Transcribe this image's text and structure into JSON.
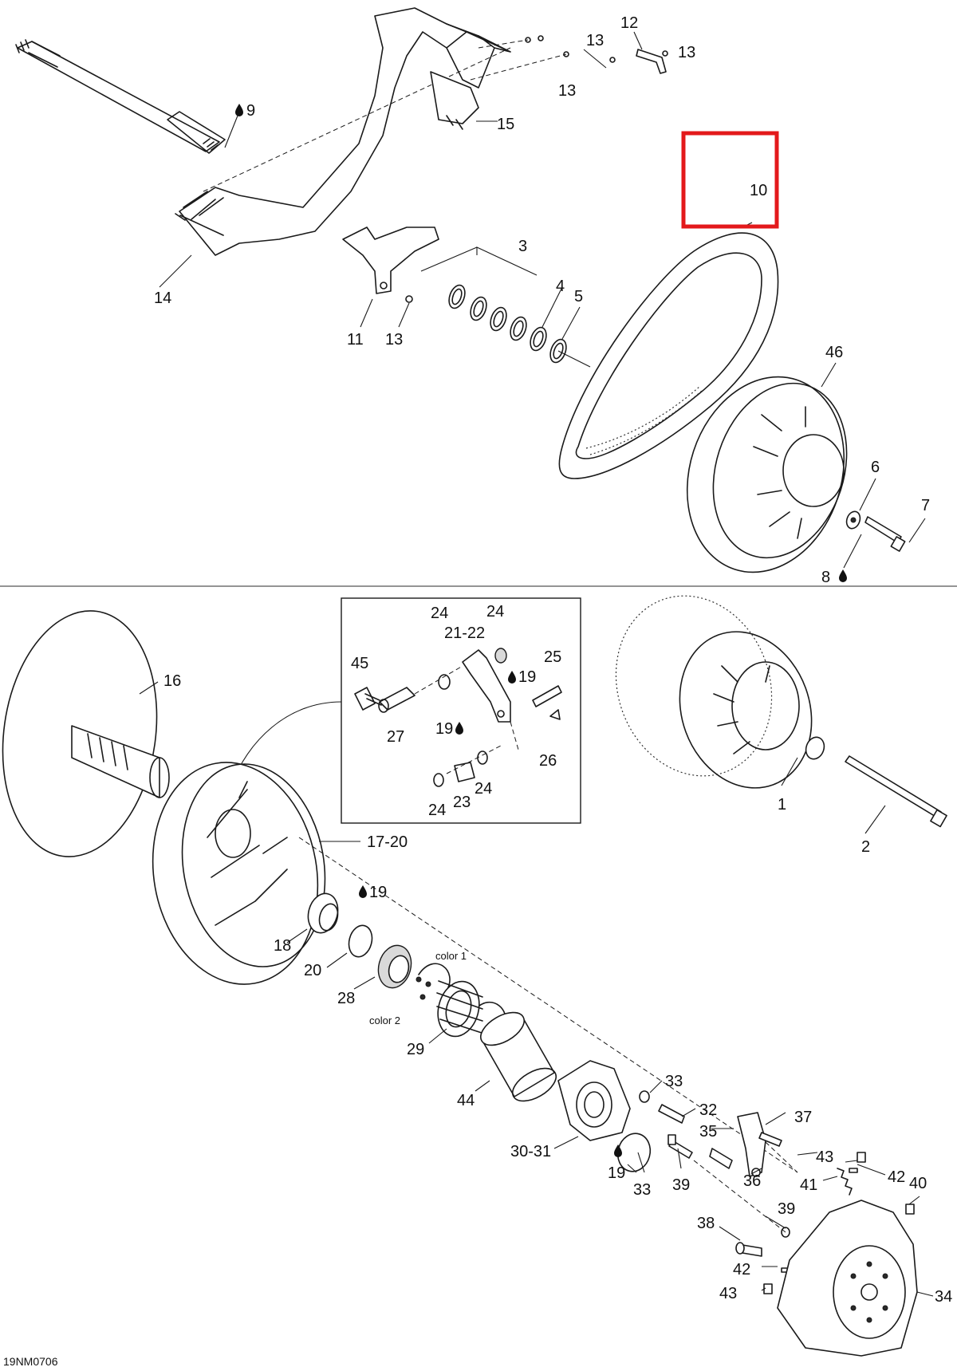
{
  "drawing_code": "19NM0706",
  "labels": {
    "p1": "1",
    "p2": "2",
    "p3": "3",
    "p4": "4",
    "p5": "5",
    "p6": "6",
    "p7": "7",
    "p8": "8",
    "p9": "9",
    "p10": "10",
    "p11": "11",
    "p12": "12",
    "p13a": "13",
    "p13b": "13",
    "p13c": "13",
    "p13d": "13",
    "p14": "14",
    "p15": "15",
    "p16": "16",
    "p17_20": "17-20",
    "p18": "18",
    "p19a": "19",
    "p19b": "19",
    "p19c": "19",
    "p19d": "19",
    "p20": "20",
    "p21_22": "21-22",
    "p23": "23",
    "p24a": "24",
    "p24b": "24",
    "p24c": "24",
    "p24d": "24",
    "p25": "25",
    "p26": "26",
    "p27": "27",
    "p28": "28",
    "p29": "29",
    "p30_31": "30-31",
    "p32": "32",
    "p33a": "33",
    "p33b": "33",
    "p34": "34",
    "p35": "35",
    "p36": "36",
    "p37": "37",
    "p38": "38",
    "p39a": "39",
    "p39b": "39",
    "p40": "40",
    "p41": "41",
    "p42a": "42",
    "p42b": "42",
    "p43a": "43",
    "p43b": "43",
    "p44": "44",
    "p45": "45",
    "p46": "46"
  },
  "spring_notes": {
    "color1": "color 1",
    "color2": "color 2"
  },
  "highlight": {
    "target_label": "10",
    "color": "#e3191b"
  },
  "icons": {
    "lubricant": "oil-drop-icon"
  }
}
